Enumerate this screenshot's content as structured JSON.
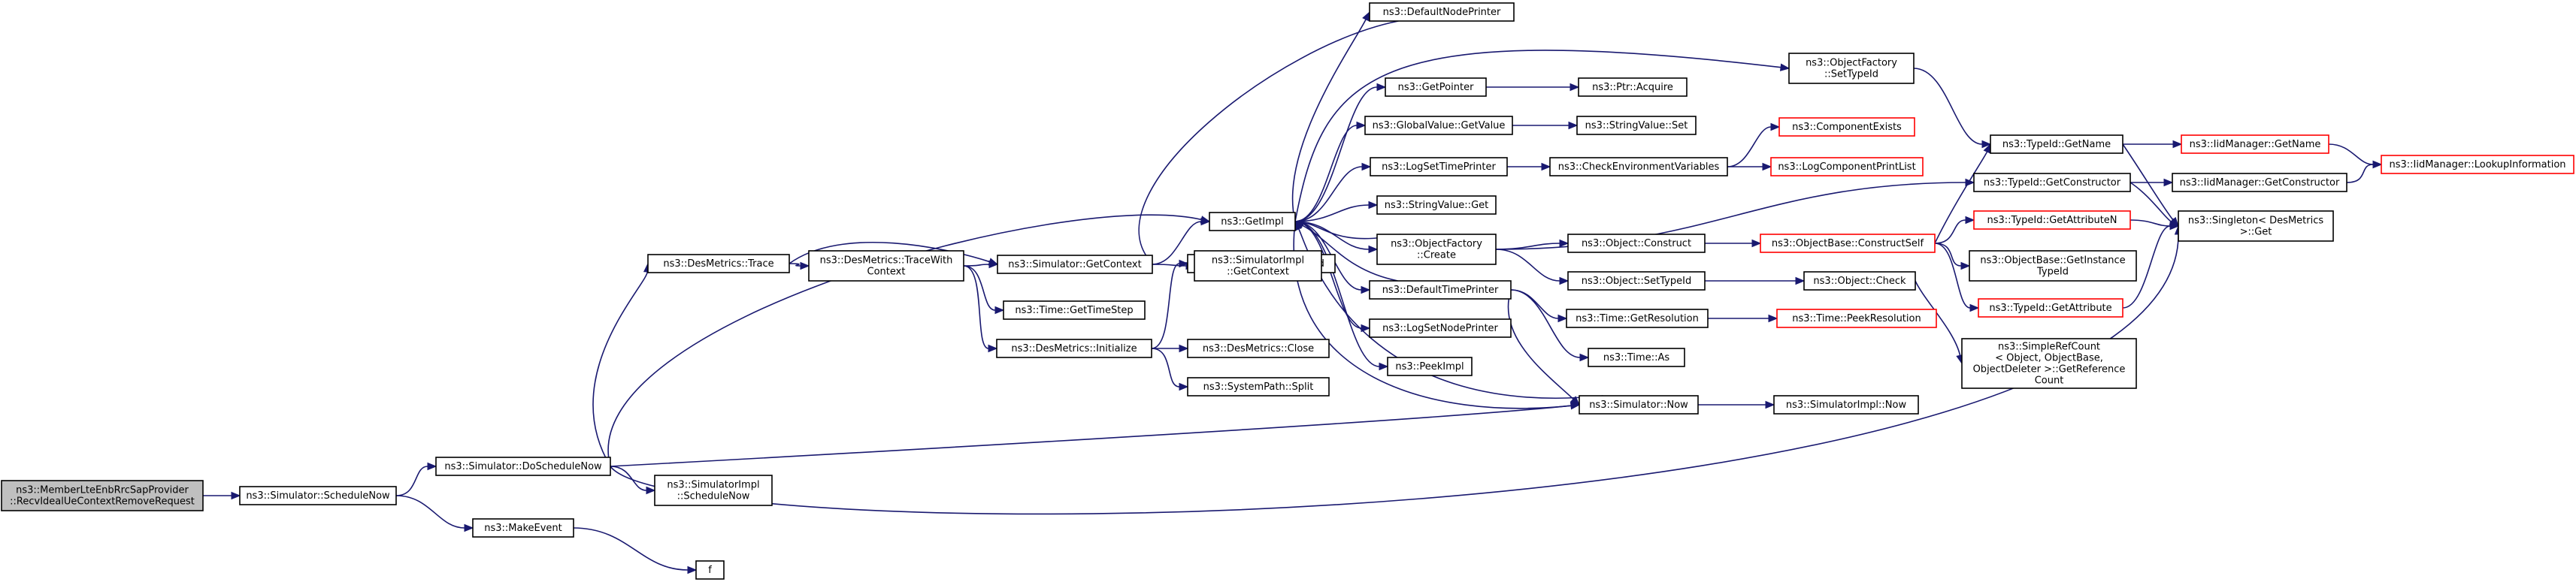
{
  "colors": {
    "edge": "#191970",
    "node_border_normal": "#000000",
    "node_border_truncated": "#ff0000",
    "root_fill": "#bfbfbf",
    "node_fill": "#ffffff"
  },
  "nodes": [
    {
      "id": "root",
      "lines": [
        "ns3::MemberLteEnbRrcSapProvider",
        "::RecvIdealUeContextRemoveRequest"
      ],
      "style": "root"
    },
    {
      "id": "sched",
      "lines": [
        "ns3::Simulator::ScheduleNow"
      ],
      "style": "normal"
    },
    {
      "id": "doSched",
      "lines": [
        "ns3::Simulator::DoScheduleNow"
      ],
      "style": "normal"
    },
    {
      "id": "makeEvent",
      "lines": [
        "ns3::MakeEvent"
      ],
      "style": "normal"
    },
    {
      "id": "f",
      "lines": [
        "f"
      ],
      "style": "normal"
    },
    {
      "id": "implSched",
      "lines": [
        "ns3::SimulatorImpl",
        "::ScheduleNow"
      ],
      "style": "normal"
    },
    {
      "id": "trace",
      "lines": [
        "ns3::DesMetrics::Trace"
      ],
      "style": "normal"
    },
    {
      "id": "traceCtx",
      "lines": [
        "ns3::DesMetrics::TraceWith",
        "Context"
      ],
      "style": "normal"
    },
    {
      "id": "getCtx",
      "lines": [
        "ns3::Simulator::GetContext"
      ],
      "style": "normal"
    },
    {
      "id": "timeStep",
      "lines": [
        "ns3::Time::GetTimeStep"
      ],
      "style": "normal"
    },
    {
      "id": "dmInit",
      "lines": [
        "ns3::DesMetrics::Initialize"
      ],
      "style": "normal"
    },
    {
      "id": "spAppend",
      "lines": [
        "ns3::SystemPath::Append"
      ],
      "style": "normal"
    },
    {
      "id": "dmClose",
      "lines": [
        "ns3::DesMetrics::Close"
      ],
      "style": "normal"
    },
    {
      "id": "spSplit",
      "lines": [
        "ns3::SystemPath::Split"
      ],
      "style": "normal"
    },
    {
      "id": "implGetCtx",
      "lines": [
        "ns3::SimulatorImpl",
        "::GetContext"
      ],
      "style": "normal"
    },
    {
      "id": "getImpl",
      "lines": [
        "ns3::GetImpl"
      ],
      "style": "normal"
    },
    {
      "id": "defNodePrinter",
      "lines": [
        "ns3::DefaultNodePrinter"
      ],
      "style": "normal"
    },
    {
      "id": "getPointer",
      "lines": [
        "ns3::GetPointer"
      ],
      "style": "normal"
    },
    {
      "id": "gvGetValue",
      "lines": [
        "ns3::GlobalValue::GetValue"
      ],
      "style": "normal"
    },
    {
      "id": "logSetTime",
      "lines": [
        "ns3::LogSetTimePrinter"
      ],
      "style": "normal"
    },
    {
      "id": "svGet",
      "lines": [
        "ns3::StringValue::Get"
      ],
      "style": "normal"
    },
    {
      "id": "ofCreate",
      "lines": [
        "ns3::ObjectFactory",
        "::Create"
      ],
      "style": "normal"
    },
    {
      "id": "defTimePrinter",
      "lines": [
        "ns3::DefaultTimePrinter"
      ],
      "style": "normal"
    },
    {
      "id": "logSetNode",
      "lines": [
        "ns3::LogSetNodePrinter"
      ],
      "style": "normal"
    },
    {
      "id": "peekImpl",
      "lines": [
        "ns3::PeekImpl"
      ],
      "style": "normal"
    },
    {
      "id": "simNow",
      "lines": [
        "ns3::Simulator::Now"
      ],
      "style": "normal"
    },
    {
      "id": "implNow",
      "lines": [
        "ns3::SimulatorImpl::Now"
      ],
      "style": "normal"
    },
    {
      "id": "ptrAcquire",
      "lines": [
        "ns3::Ptr::Acquire"
      ],
      "style": "normal"
    },
    {
      "id": "svSet",
      "lines": [
        "ns3::StringValue::Set"
      ],
      "style": "normal"
    },
    {
      "id": "checkEnv",
      "lines": [
        "ns3::CheckEnvironmentVariables"
      ],
      "style": "normal"
    },
    {
      "id": "compExists",
      "lines": [
        "ns3::ComponentExists"
      ],
      "style": "truncated"
    },
    {
      "id": "logCompList",
      "lines": [
        "ns3::LogComponentPrintList"
      ],
      "style": "truncated"
    },
    {
      "id": "objConstruct",
      "lines": [
        "ns3::Object::Construct"
      ],
      "style": "normal"
    },
    {
      "id": "objSetTypeId",
      "lines": [
        "ns3::Object::SetTypeId"
      ],
      "style": "normal"
    },
    {
      "id": "timeGetRes",
      "lines": [
        "ns3::Time::GetResolution"
      ],
      "style": "normal"
    },
    {
      "id": "timeAs",
      "lines": [
        "ns3::Time::As"
      ],
      "style": "normal"
    },
    {
      "id": "ofSetTypeId",
      "lines": [
        "ns3::ObjectFactory",
        "::SetTypeId"
      ],
      "style": "normal"
    },
    {
      "id": "obConstructSelf",
      "lines": [
        "ns3::ObjectBase::ConstructSelf"
      ],
      "style": "truncated"
    },
    {
      "id": "objCheck",
      "lines": [
        "ns3::Object::Check"
      ],
      "style": "normal"
    },
    {
      "id": "peekRes",
      "lines": [
        "ns3::Time::PeekResolution"
      ],
      "style": "truncated"
    },
    {
      "id": "typeGetName",
      "lines": [
        "ns3::TypeId::GetName"
      ],
      "style": "normal"
    },
    {
      "id": "typeGetCtor",
      "lines": [
        "ns3::TypeId::GetConstructor"
      ],
      "style": "normal"
    },
    {
      "id": "typeGetAttrN",
      "lines": [
        "ns3::TypeId::GetAttributeN"
      ],
      "style": "truncated"
    },
    {
      "id": "obGetInst",
      "lines": [
        "ns3::ObjectBase::GetInstance",
        "TypeId"
      ],
      "style": "normal"
    },
    {
      "id": "typeGetAttr",
      "lines": [
        "ns3::TypeId::GetAttribute"
      ],
      "style": "truncated"
    },
    {
      "id": "srcGetRef",
      "lines": [
        "ns3::SimpleRefCount",
        "< Object, ObjectBase,",
        "ObjectDeleter >::GetReference",
        "Count"
      ],
      "style": "normal"
    },
    {
      "id": "iidGetName",
      "lines": [
        "ns3::IidManager::GetName"
      ],
      "style": "truncated"
    },
    {
      "id": "iidGetCtor",
      "lines": [
        "ns3::IidManager::GetConstructor"
      ],
      "style": "normal"
    },
    {
      "id": "singletonGet",
      "lines": [
        "ns3::Singleton< DesMetrics",
        " >::Get"
      ],
      "style": "normal"
    },
    {
      "id": "iidLookup",
      "lines": [
        "ns3::IidManager::LookupInformation"
      ],
      "style": "truncated"
    }
  ],
  "edges": [
    [
      "root",
      "sched"
    ],
    [
      "sched",
      "doSched"
    ],
    [
      "sched",
      "makeEvent"
    ],
    [
      "makeEvent",
      "f"
    ],
    [
      "doSched",
      "implSched"
    ],
    [
      "doSched",
      "trace"
    ],
    [
      "doSched",
      "getImpl"
    ],
    [
      "doSched",
      "simNow"
    ],
    [
      "doSched",
      "singletonGet"
    ],
    [
      "trace",
      "traceCtx"
    ],
    [
      "trace",
      "getCtx"
    ],
    [
      "traceCtx",
      "getCtx"
    ],
    [
      "traceCtx",
      "timeStep"
    ],
    [
      "traceCtx",
      "dmInit"
    ],
    [
      "dmInit",
      "spAppend"
    ],
    [
      "dmInit",
      "dmClose"
    ],
    [
      "dmInit",
      "spSplit"
    ],
    [
      "getCtx",
      "getImpl"
    ],
    [
      "getCtx",
      "implGetCtx"
    ],
    [
      "getImpl",
      "defNodePrinter"
    ],
    [
      "getImpl",
      "getPointer"
    ],
    [
      "getImpl",
      "gvGetValue"
    ],
    [
      "getImpl",
      "logSetTime"
    ],
    [
      "getImpl",
      "svGet"
    ],
    [
      "getImpl",
      "ofCreate"
    ],
    [
      "getImpl",
      "defTimePrinter"
    ],
    [
      "getImpl",
      "logSetNode"
    ],
    [
      "getImpl",
      "peekImpl"
    ],
    [
      "getImpl",
      "ofSetTypeId"
    ],
    [
      "getImpl",
      "simNow"
    ],
    [
      "defNodePrinter",
      "getCtx"
    ],
    [
      "getPointer",
      "ptrAcquire"
    ],
    [
      "gvGetValue",
      "svSet"
    ],
    [
      "logSetTime",
      "checkEnv"
    ],
    [
      "checkEnv",
      "compExists"
    ],
    [
      "checkEnv",
      "logCompList"
    ],
    [
      "ofCreate",
      "getImpl"
    ],
    [
      "ofCreate",
      "objConstruct"
    ],
    [
      "ofCreate",
      "objSetTypeId"
    ],
    [
      "ofCreate",
      "typeGetCtor"
    ],
    [
      "defTimePrinter",
      "getImpl"
    ],
    [
      "defTimePrinter",
      "simNow"
    ],
    [
      "defTimePrinter",
      "timeGetRes"
    ],
    [
      "defTimePrinter",
      "timeAs"
    ],
    [
      "simNow",
      "getImpl"
    ],
    [
      "simNow",
      "implNow"
    ],
    [
      "objConstruct",
      "obConstructSelf"
    ],
    [
      "objSetTypeId",
      "objCheck"
    ],
    [
      "objCheck",
      "srcGetRef"
    ],
    [
      "timeGetRes",
      "peekRes"
    ],
    [
      "ofSetTypeId",
      "typeGetName"
    ],
    [
      "obConstructSelf",
      "typeGetName"
    ],
    [
      "obConstructSelf",
      "typeGetAttrN"
    ],
    [
      "obConstructSelf",
      "obGetInst"
    ],
    [
      "obConstructSelf",
      "typeGetAttr"
    ],
    [
      "typeGetName",
      "iidGetName"
    ],
    [
      "typeGetName",
      "singletonGet"
    ],
    [
      "typeGetCtor",
      "iidGetCtor"
    ],
    [
      "typeGetCtor",
      "singletonGet"
    ],
    [
      "typeGetAttrN",
      "singletonGet"
    ],
    [
      "typeGetAttr",
      "singletonGet"
    ],
    [
      "iidGetName",
      "iidLookup"
    ],
    [
      "iidGetCtor",
      "iidLookup"
    ]
  ]
}
